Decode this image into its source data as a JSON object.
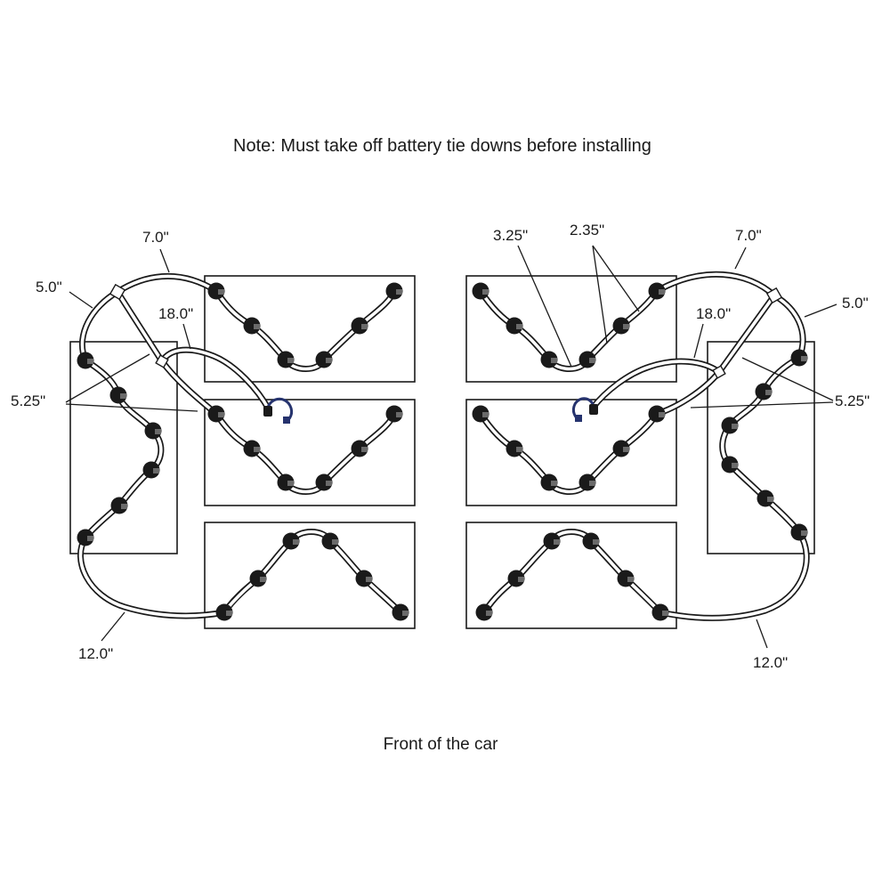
{
  "note": "Note: Must take off battery tie downs before installing",
  "footer": "Front of the car",
  "left": {
    "label_7in": "7.0\"",
    "label_5in": "5.0\"",
    "label_18in": "18.0\"",
    "label_525in": "5.25\"",
    "label_12in": "12.0\""
  },
  "right": {
    "label_325in": "3.25\"",
    "label_235in": "2.35\"",
    "label_7in": "7.0\"",
    "label_5in": "5.0\"",
    "label_18in": "18.0\"",
    "label_525in": "5.25\"",
    "label_12in": "12.0\""
  }
}
